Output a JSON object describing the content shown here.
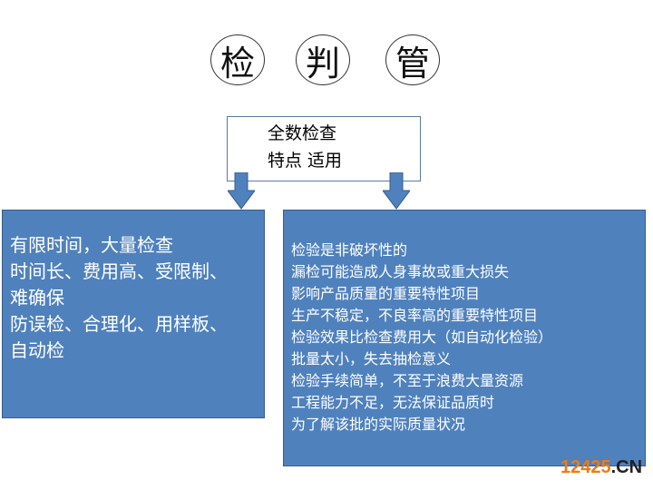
{
  "circles": [
    "检",
    "判",
    "管"
  ],
  "top_box": {
    "line1": "全数检查",
    "line2": "特点 适用"
  },
  "left_box": {
    "lines": [
      "有限时间，大量检查",
      "时间长、费用高、受限制、",
      "难确保",
      "防误检、合理化、用样板、",
      "自动检"
    ]
  },
  "right_box": {
    "lines": [
      "检验是非破坏性的",
      "漏检可能造成人身事故或重大损失",
      "影响产品质量的重要特性项目",
      "生产不稳定，不良率高的重要特性项目",
      "检验效果比检查费用大（如自动化检验）",
      "批量太小，失去抽检意义",
      "检验手续简单，不至于浪费大量资源",
      "工程能力不足，无法保证品质时",
      "为了解该批的实际质量状况"
    ]
  },
  "watermark": {
    "number": "12425",
    "suffix": ".CN"
  },
  "colors": {
    "box_fill": "#4f81bd",
    "arrow_fill": "#4f81bd",
    "watermark": "#f07a10"
  }
}
